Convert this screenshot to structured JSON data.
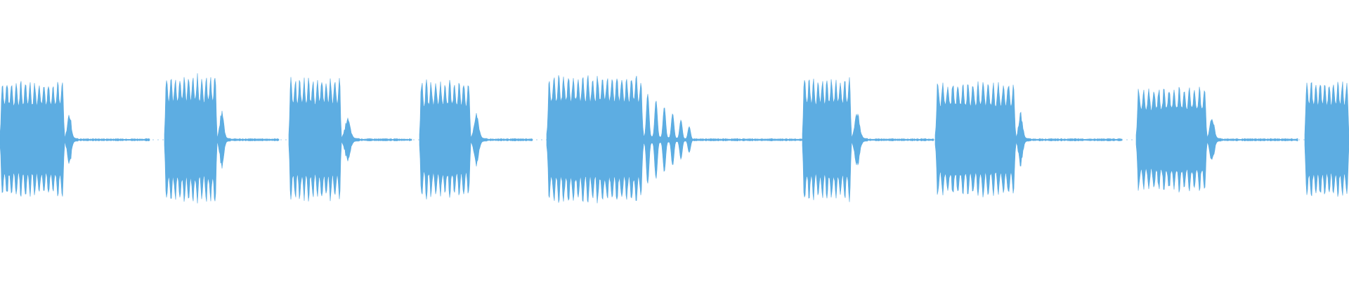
{
  "waveform": {
    "color": "#5dade2",
    "background": "#ffffff",
    "segments": [
      {
        "kind": "burst",
        "start": 0.0,
        "end": 0.048,
        "amplitude": 0.86,
        "peaks": 14
      },
      {
        "kind": "tail",
        "start": 0.048,
        "end": 0.058,
        "amplitude": 0.38
      },
      {
        "kind": "noise",
        "start": 0.058,
        "end": 0.111,
        "amplitude": 0.012
      },
      {
        "kind": "burst",
        "start": 0.122,
        "end": 0.161,
        "amplitude": 0.95,
        "peaks": 12
      },
      {
        "kind": "tail",
        "start": 0.161,
        "end": 0.171,
        "amplitude": 0.42
      },
      {
        "kind": "noise",
        "start": 0.171,
        "end": 0.207,
        "amplitude": 0.012
      },
      {
        "kind": "burst",
        "start": 0.214,
        "end": 0.253,
        "amplitude": 0.9,
        "peaks": 12
      },
      {
        "kind": "tail",
        "start": 0.253,
        "end": 0.266,
        "amplitude": 0.3
      },
      {
        "kind": "noise",
        "start": 0.266,
        "end": 0.305,
        "amplitude": 0.012
      },
      {
        "kind": "burst",
        "start": 0.311,
        "end": 0.349,
        "amplitude": 0.86,
        "peaks": 11
      },
      {
        "kind": "tail",
        "start": 0.349,
        "end": 0.361,
        "amplitude": 0.36
      },
      {
        "kind": "noise",
        "start": 0.361,
        "end": 0.395,
        "amplitude": 0.012
      },
      {
        "kind": "burst",
        "start": 0.405,
        "end": 0.477,
        "amplitude": 0.95,
        "peaks": 20
      },
      {
        "kind": "decay",
        "start": 0.477,
        "end": 0.514,
        "amplitude": 0.7,
        "peaks": 6
      },
      {
        "kind": "noise",
        "start": 0.514,
        "end": 0.595,
        "amplitude": 0.012
      },
      {
        "kind": "burst",
        "start": 0.595,
        "end": 0.631,
        "amplitude": 0.9,
        "peaks": 11
      },
      {
        "kind": "tail",
        "start": 0.631,
        "end": 0.643,
        "amplitude": 0.42
      },
      {
        "kind": "noise",
        "start": 0.643,
        "end": 0.692,
        "amplitude": 0.012
      },
      {
        "kind": "burst",
        "start": 0.693,
        "end": 0.753,
        "amplitude": 0.84,
        "peaks": 16
      },
      {
        "kind": "tail",
        "start": 0.753,
        "end": 0.763,
        "amplitude": 0.4
      },
      {
        "kind": "noise",
        "start": 0.763,
        "end": 0.832,
        "amplitude": 0.012
      },
      {
        "kind": "burst",
        "start": 0.842,
        "end": 0.895,
        "amplitude": 0.76,
        "peaks": 14
      },
      {
        "kind": "tail",
        "start": 0.895,
        "end": 0.905,
        "amplitude": 0.36
      },
      {
        "kind": "noise",
        "start": 0.905,
        "end": 0.962,
        "amplitude": 0.012
      },
      {
        "kind": "burst",
        "start": 0.967,
        "end": 1.0,
        "amplitude": 0.86,
        "peaks": 10
      }
    ]
  }
}
